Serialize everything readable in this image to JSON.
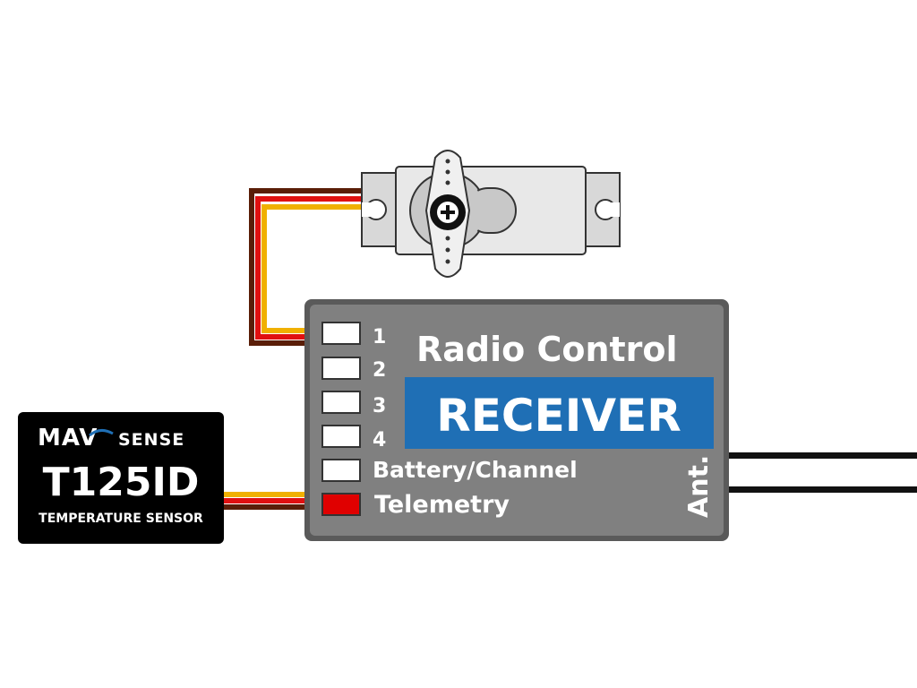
{
  "receiver": {
    "title_line1": "Radio Control",
    "title_line2": "RECEIVER",
    "antenna_label": "Ant.",
    "ports": [
      {
        "label": "1",
        "color": "#ffffff"
      },
      {
        "label": "2",
        "color": "#ffffff"
      },
      {
        "label": "3",
        "color": "#ffffff"
      },
      {
        "label": "4",
        "color": "#ffffff"
      },
      {
        "label": "Battery/Channel",
        "color": "#ffffff"
      },
      {
        "label": "Telemetry",
        "color": "#e00000"
      }
    ],
    "body_color": "#808080",
    "title_highlight_color": "#1f6fb5"
  },
  "sensor": {
    "brand_mav": "MAV",
    "brand_sense": "SENSE",
    "model": "T125ID",
    "description": "TEMPERATURE SENSOR",
    "color": "#000000"
  },
  "wires": {
    "colors": {
      "brown": "#5a1e08",
      "red": "#e01010",
      "orange": "#f0b000"
    }
  }
}
